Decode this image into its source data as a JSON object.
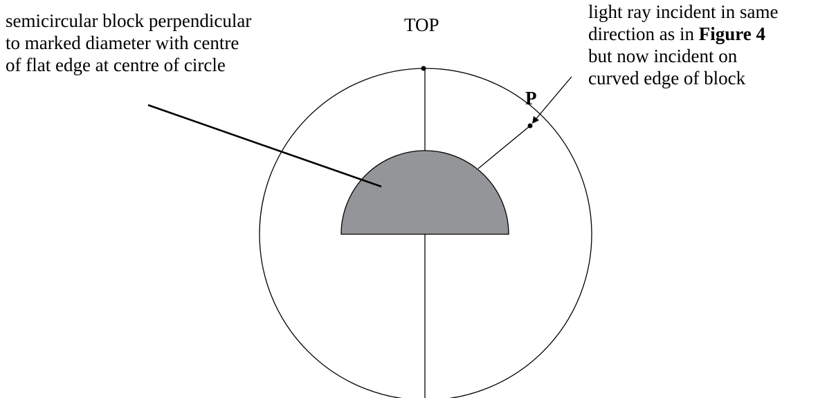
{
  "labels": {
    "block_description": [
      "semicircular block perpendicular",
      "to marked diameter with centre",
      "of flat edge at centre of circle"
    ],
    "top": "TOP",
    "ray_description": [
      "light ray incident in same",
      "direction as in ",
      "but now incident on",
      "curved edge of block"
    ],
    "figure_ref": "Figure 4",
    "point": "P"
  },
  "colors": {
    "block_fill": "#939598",
    "stroke": "#000000"
  }
}
